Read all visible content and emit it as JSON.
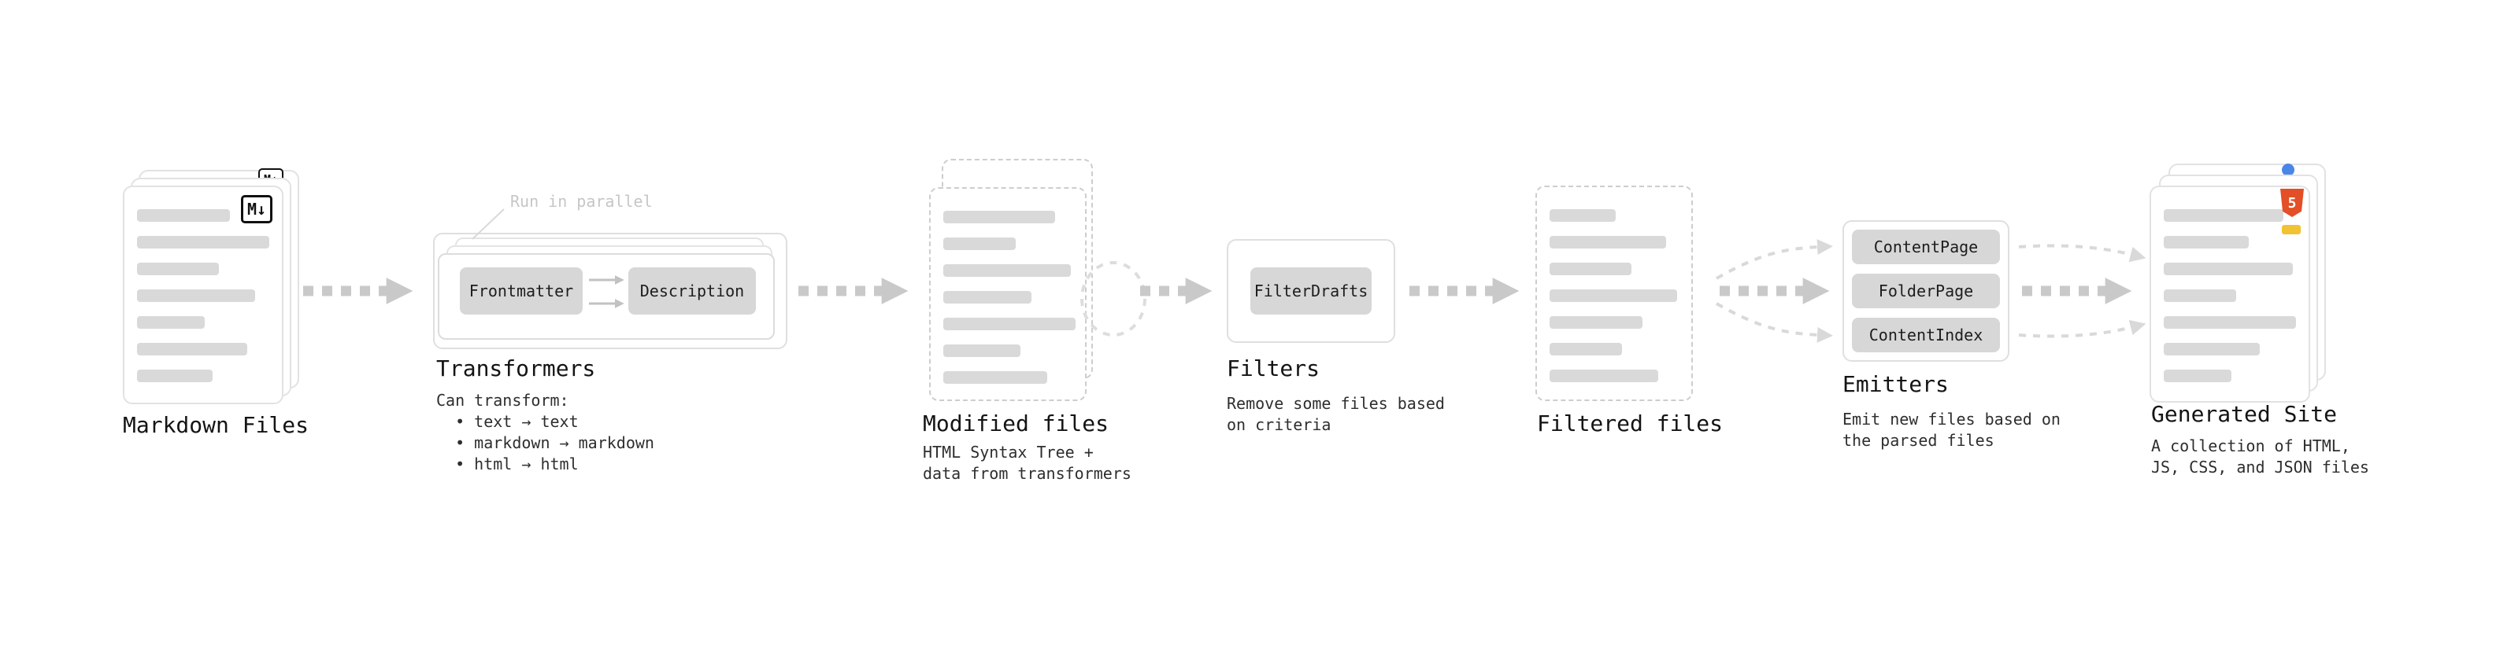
{
  "diagram": {
    "markdown_files": {
      "label": "Markdown Files",
      "badge": "M↓"
    },
    "transformers": {
      "label": "Transformers",
      "annotation": "Run in parallel",
      "node1": "Frontmatter",
      "node2": "Description",
      "description": "Can transform:\n  • text → text\n  • markdown → markdown\n  • html → html"
    },
    "modified_files": {
      "label": "Modified files",
      "description": "HTML Syntax Tree +\ndata from transformers"
    },
    "filters": {
      "label": "Filters",
      "node1": "FilterDrafts",
      "description": "Remove some files based\non criteria"
    },
    "filtered_files": {
      "label": "Filtered files"
    },
    "emitters": {
      "label": "Emitters",
      "node1": "ContentPage",
      "node2": "FolderPage",
      "node3": "ContentIndex",
      "description": "Emit new files based on\nthe parsed files"
    },
    "generated_site": {
      "label": "Generated Site",
      "badge": "5",
      "description": "A collection of HTML,\nJS, CSS, and JSON files"
    }
  },
  "colors": {
    "background": "#ffffff",
    "card_border": "#e2e2e2",
    "dashed_border": "#cdcdcd",
    "placeholder_bar": "#d9d9d9",
    "chip_fill": "#d7d7d7",
    "arrow_thick": "#c9c9c9",
    "arrow_thin": "#d9d9d9",
    "text": "#141414",
    "muted_text": "#c6c6c6",
    "html5_orange": "#e34f26",
    "js_yellow": "#f1c232",
    "json_blue": "#4a86e8"
  }
}
